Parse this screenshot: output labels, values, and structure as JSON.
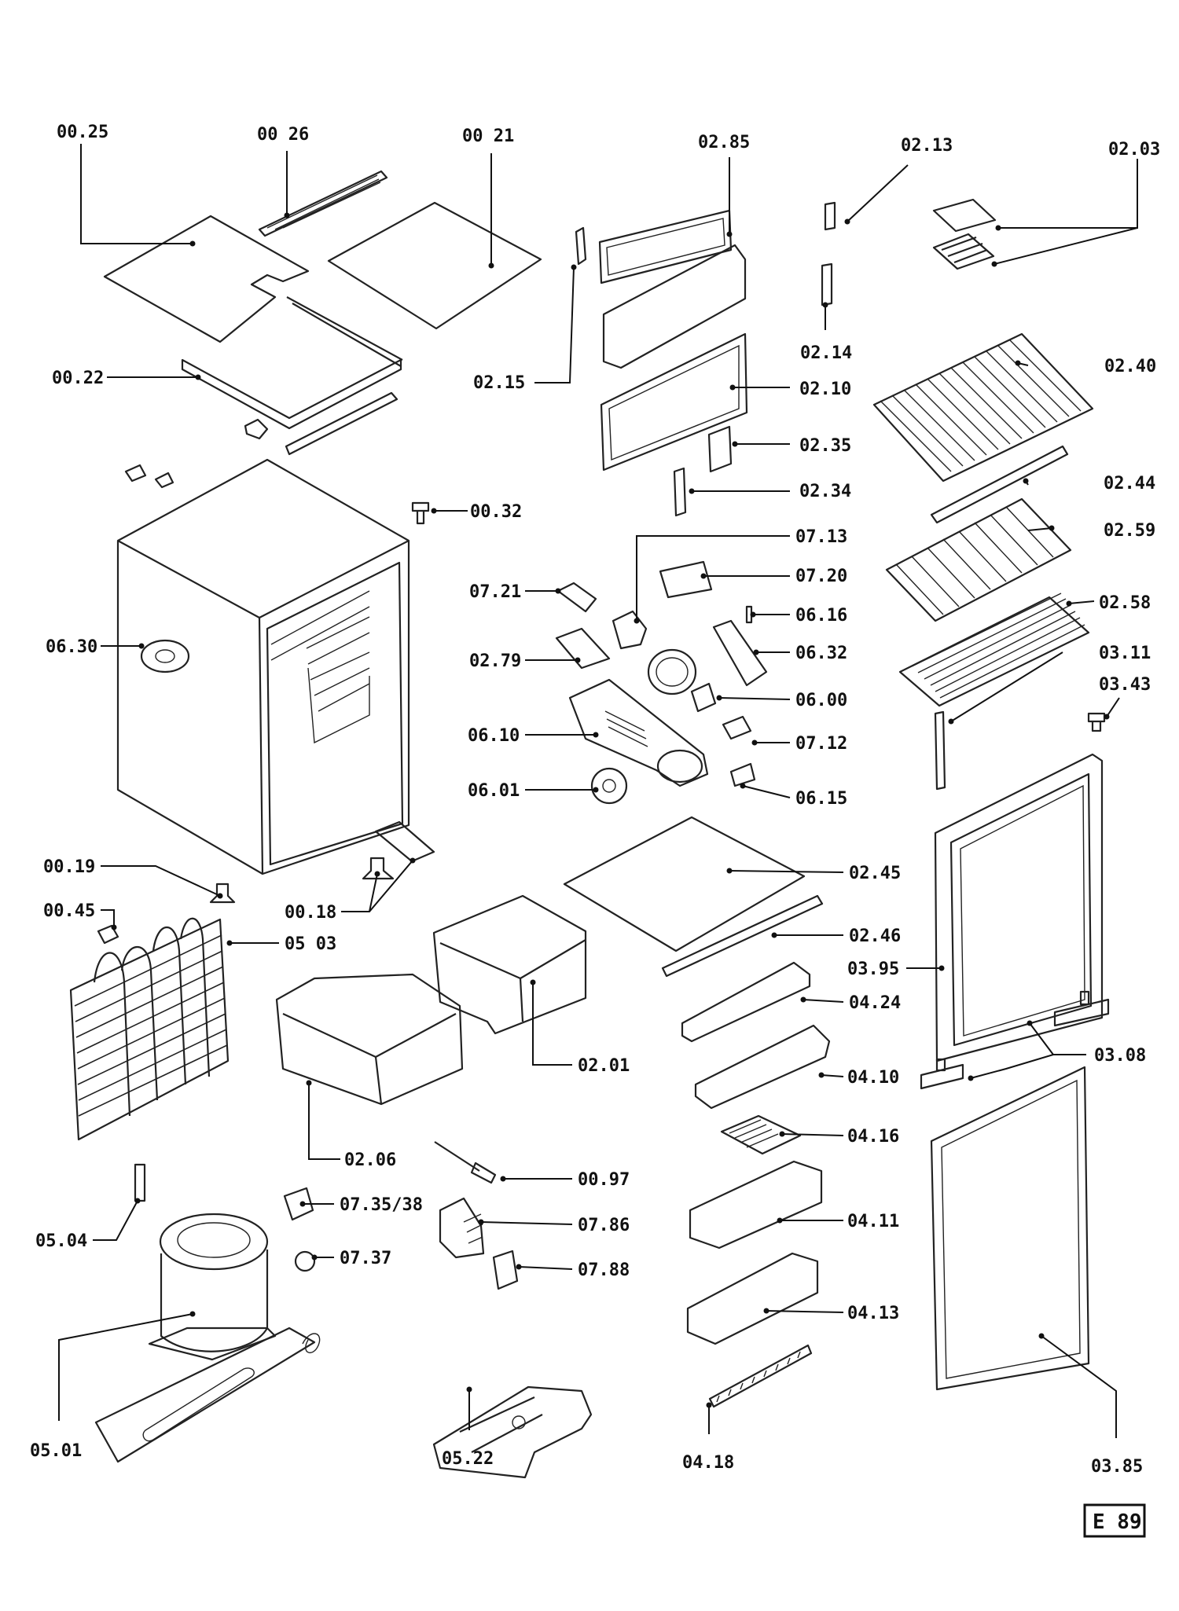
{
  "labels": {
    "l0025": "00.25",
    "l0026": "00 26",
    "l0021": "00 21",
    "l0285": "02.85",
    "l0213": "02.13",
    "l0203": "02.03",
    "l0022": "00.22",
    "l0215": "02.15",
    "l0214": "02.14",
    "l0210": "02.10",
    "l0240": "02.40",
    "l0235": "02.35",
    "l0244": "02.44",
    "l0234": "02.34",
    "l0259": "02.59",
    "l0032": "00.32",
    "l0713": "07.13",
    "l0721": "07.21",
    "l0720": "07.20",
    "l0616": "06.16",
    "l0258": "02.58",
    "l0630": "06.30",
    "l0279": "02.79",
    "l0632": "06.32",
    "l0311": "03.11",
    "l0600": "06.00",
    "l0343": "03.43",
    "l0610": "06.10",
    "l0712": "07.12",
    "l0601": "06.01",
    "l0615": "06.15",
    "l0019": "00.19",
    "l0245": "02.45",
    "l0045": "00.45",
    "l0018": "00.18",
    "l0503": "05 03",
    "l0246": "02.46",
    "l0395": "03.95",
    "l0424": "04.24",
    "l0201": "02.01",
    "l0308": "03.08",
    "l0410": "04.10",
    "l0416": "04.16",
    "l0206": "02.06",
    "l0097": "00.97",
    "l0735": "07.35/38",
    "l0786": "07.86",
    "l0411": "04.11",
    "l0504": "05.04",
    "l0737": "07.37",
    "l0788": "07.88",
    "l0413": "04.13",
    "l0501": "05.01",
    "l0522": "05.22",
    "l0418": "04.18",
    "l0385": "03.85"
  },
  "badge": "E 89"
}
